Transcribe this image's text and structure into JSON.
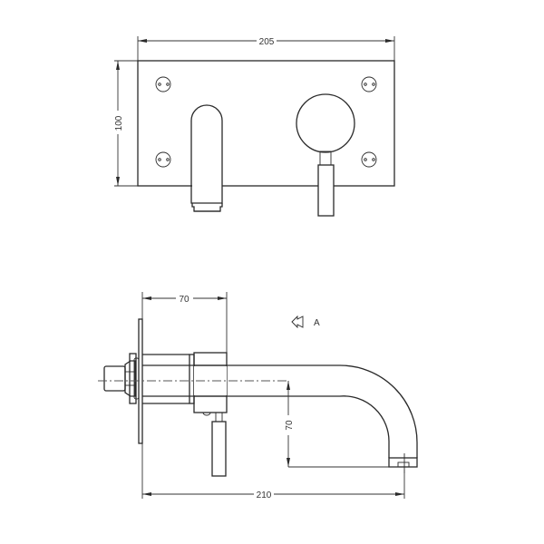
{
  "drawing": {
    "type": "technical-drawing",
    "subject": "wall-mounted basin mixer with spout",
    "line_color": "#2a2a2a",
    "background": "#ffffff"
  },
  "front_view": {
    "width_dimension": "205",
    "height_dimension": "100",
    "components": [
      "wall-plate",
      "mounting-screws",
      "spout-outlet",
      "control-knob",
      "lever-handle"
    ]
  },
  "side_view": {
    "depth_dimension": "70",
    "drop_dimension": "70",
    "projection_dimension": "210",
    "view_marker": "A",
    "components": [
      "threaded-connector",
      "nut",
      "wall-plate",
      "body",
      "spout-pipe",
      "aerator",
      "lever-handle"
    ]
  }
}
